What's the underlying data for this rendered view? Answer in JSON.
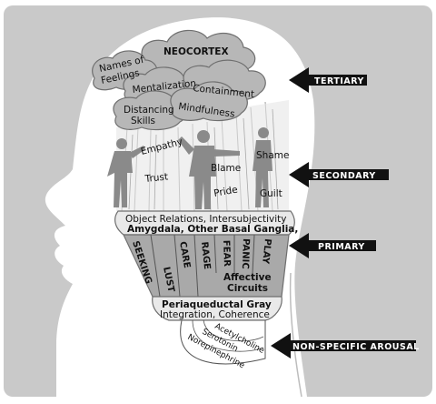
{
  "neocortex": {
    "title": "NEOCORTEX",
    "clouds": [
      "Names of",
      "Feelings",
      "Mentalization",
      "Containment",
      "Distancing",
      "Skills",
      "Mindfulness"
    ]
  },
  "secondary": {
    "words": [
      "Empathy",
      "Trust",
      "Blame",
      "Shame",
      "Pride",
      "Guilt"
    ]
  },
  "middle_band": {
    "line1": "Object Relations, Intersubjectivity",
    "line2": "Amygdala, Other Basal Ganglia,"
  },
  "affective_circuits": {
    "circuits": [
      "SEEKING",
      "LUST",
      "CARE",
      "RAGE",
      "FEAR",
      "PANIC",
      "PLAY"
    ],
    "label_line1": "Affective",
    "label_line2": "Circuits"
  },
  "lower_band": {
    "line1": "Periaqueductal Gray",
    "line2": "Integration, Coherence"
  },
  "brainstem": {
    "neurotransmitters": [
      "Acetylcholine",
      "Serotonin",
      "Norepinephrine"
    ]
  },
  "levels": {
    "tertiary": "TERTIARY",
    "secondary": "SECONDARY",
    "primary": "PRIMARY",
    "arousal": "NON-SPECIFIC AROUSAL"
  },
  "colors": {
    "background_panel": "#c9c9c9",
    "head": "#ffffff",
    "cloud": "#b7b7b7",
    "figure": "#8a8a8a",
    "arrow": "#111111"
  }
}
